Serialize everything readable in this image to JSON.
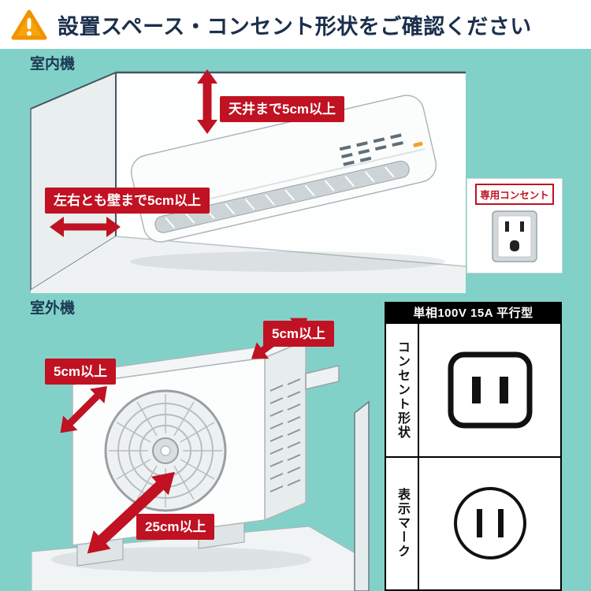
{
  "header": {
    "title": "設置スペース・コンセント形状をご確認ください"
  },
  "indoor": {
    "section_label": "室内機",
    "ceiling_clearance_label": "天井まで5cm以上",
    "side_clearance_label": "左右とも壁まで5cm以上",
    "outlet_label": "専用コンセント"
  },
  "outdoor": {
    "section_label": "室外機",
    "top_clearance_label": "5cm以上",
    "back_clearance_label": "5cm以上",
    "front_clearance_label": "25cm以上"
  },
  "outlet_spec": {
    "header": "単相100V 15A 平行型",
    "rows": [
      {
        "label": "コンセント形状",
        "icon": "parallel-blade-outlet-icon"
      },
      {
        "label": "表示マーク",
        "icon": "circle-display-mark-icon"
      }
    ]
  },
  "icons": {
    "warning": "warning-triangle-icon",
    "indoor_vertical_arrow": "up-down-arrow-icon",
    "indoor_horizontal_arrow": "left-right-arrow-icon",
    "outdoor_arrows": "diagonal-double-arrow-icon",
    "wall_outlet": "wall-outlet-icon"
  },
  "colors": {
    "background_teal": "#82d1c8",
    "accent_red": "#c01222",
    "navy_text": "#1b2f4b",
    "table_header_bg": "#000000",
    "warning_orange": "#f6a50b"
  }
}
